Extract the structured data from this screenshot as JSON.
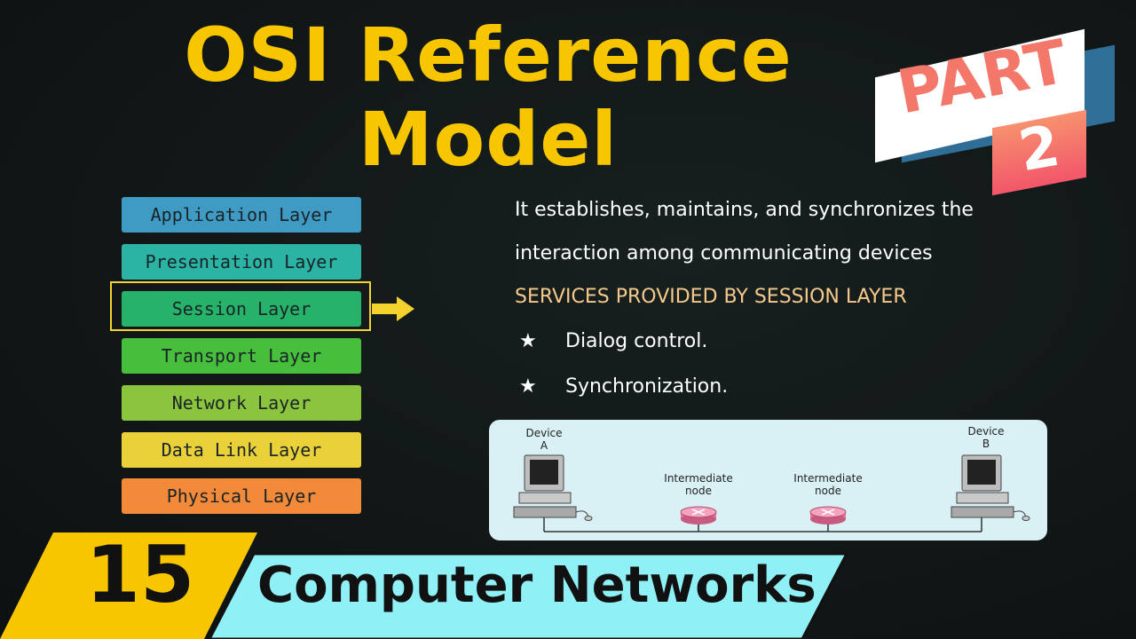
{
  "title": {
    "line1": "OSI Reference",
    "line2": "Model"
  },
  "badge": {
    "part_label": "PART",
    "part_number": "2"
  },
  "osi_layers": [
    {
      "label": "Application Layer",
      "color": "#3f9bc4"
    },
    {
      "label": "Presentation Layer",
      "color": "#2bb3a4"
    },
    {
      "label": "Session Layer",
      "color": "#27b269"
    },
    {
      "label": "Transport Layer",
      "color": "#47bf3d"
    },
    {
      "label": "Network Layer",
      "color": "#8bc43d"
    },
    {
      "label": "Data Link Layer",
      "color": "#ead13a"
    },
    {
      "label": "Physical Layer",
      "color": "#f28a3a"
    }
  ],
  "highlight": {
    "color": "#f3d32c",
    "layer": "Session Layer"
  },
  "description": {
    "line1": "It establishes, maintains, and synchronizes the",
    "line2": "interaction  among communicating devices",
    "services_heading": "SERVICES PROVIDED BY SESSION LAYER",
    "services": [
      {
        "star": "★",
        "text": "Dialog control."
      },
      {
        "star": "★",
        "text": "Synchronization."
      }
    ]
  },
  "network_diagram": {
    "device_a": {
      "line1": "Device",
      "line2": "A"
    },
    "device_b": {
      "line1": "Device",
      "line2": "B"
    },
    "node_1": {
      "line1": "Intermediate",
      "line2": "node"
    },
    "node_2": {
      "line1": "Intermediate",
      "line2": "node"
    }
  },
  "footer": {
    "episode_number": "15",
    "course_title": "Computer Networks",
    "accent_yellow": "#f7c600",
    "accent_cyan": "#8ff0f6"
  }
}
